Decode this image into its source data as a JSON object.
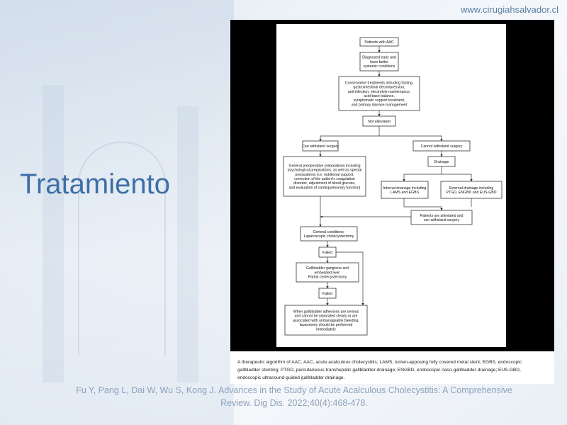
{
  "header": {
    "site": "www.cirugiahsalvador.cl"
  },
  "slide": {
    "title": "Tratamiento"
  },
  "flowchart": {
    "nodes": {
      "aac": [
        "Patients with AAC"
      ],
      "diag": [
        "Diagnosed early and",
        "have better",
        "systemic conditions"
      ],
      "cons": [
        "Conservative treatments including fasting,",
        "gastrointestinal decompression,",
        "anti-infection, electrolyte maintenance,",
        "acid-base balance,",
        "symptomatic support treatment,",
        "and primary disease management"
      ],
      "notall": [
        "Not alleviated"
      ],
      "can": [
        "Can withstand surgery"
      ],
      "cannot": [
        "Cannot withstand surgery"
      ],
      "gen": [
        "General preoperative preparations including",
        "psychological preparations, as well as special",
        "preparations (i.e. nutritional support,",
        "correction of the patient's coagulation",
        "disorder, adjustment of blood glucose,",
        "and evaluation of cardiopulmonary function)"
      ],
      "drain": [
        "Drainage"
      ],
      "intd": [
        "Internal drainage including",
        "LAMS and EGBS"
      ],
      "extd": [
        "External drainage including",
        "PTGD, ENGBD and EUS-GBD"
      ],
      "allev": [
        "Patients are alleviated and",
        "can withstand surgery"
      ],
      "genc": [
        "General conditions:",
        "Laparoscopic cholecystectomy"
      ],
      "fail1": [
        "Failed"
      ],
      "gang": [
        "Gallbladder gangrene and",
        "embedded liver:",
        "Partial cholecystectomy"
      ],
      "fail2": [
        "Failed"
      ],
      "adh": [
        "When gallbladder adhesions are serious",
        "and cannot be separated clearly or are",
        "associated with unmanageable bleeding,",
        "laparotomy should be performed",
        "immediately"
      ]
    }
  },
  "caption": {
    "line1": "A therapeutic algorithm of AAC. AAC, acute acalculous cholecystitis; LAMS, lumen-apposing fully covered metal stent; EGBS, endoscopic",
    "line2": "gallbladder stenting; PTGD, percutaneous transhepatic gallbladder drainage; ENGBD, endoscopic naso-gallbladder drainage; EUS-GBD,",
    "line3": "endoscopic ultrasound-guided gallbladder drainage."
  },
  "citation": {
    "line1": "Fu Y, Pang L, Dai W, Wu S, Kong J. Advances in the Study of Acute Acalculous Cholecystitis: A Comprehensive",
    "line2": "Review. Dig Dis. 2022;40(4):468-478."
  }
}
